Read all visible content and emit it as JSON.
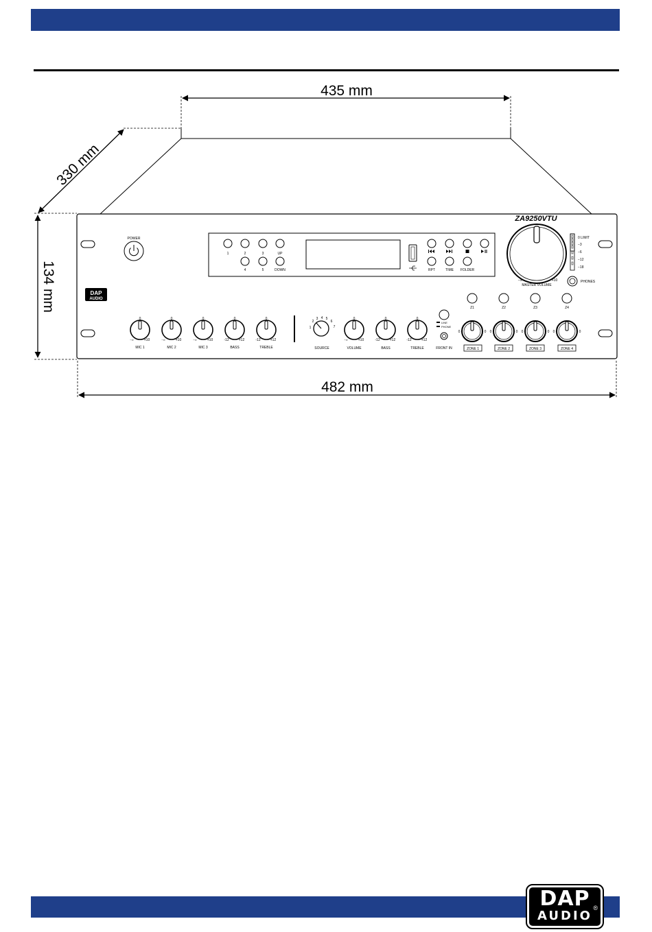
{
  "dimensions": {
    "width_label": "435 mm",
    "depth_label": "330 mm",
    "height_label": "134 mm",
    "rack_width_label": "482 mm"
  },
  "device": {
    "model": "ZA9250VTU",
    "panel_logo_top": "DAP",
    "panel_logo_bottom": "AUDIO",
    "power_label": "POWER",
    "preset_buttons": [
      "1",
      "2",
      "3",
      "UP",
      "4",
      "5",
      "DOWN"
    ],
    "transport_labels": [
      "RPT",
      "TIME",
      "FOLDER"
    ],
    "master_volume_label": "MASTER VOLUME",
    "master_min": "−∞",
    "master_max": "+10",
    "meter_labels": [
      "0 LIMIT",
      "−3",
      "−6",
      "−12",
      "−18"
    ],
    "phones_label": "PHONES",
    "zone_select_labels": [
      "Z1",
      "Z2",
      "Z3",
      "Z4"
    ],
    "zero": "0",
    "mic_knobs": [
      {
        "label": "MIC 1",
        "min": "−∞",
        "max": "+10"
      },
      {
        "label": "MIC 2",
        "min": "−∞",
        "max": "+10"
      },
      {
        "label": "MIC 3",
        "min": "−∞",
        "max": "+10"
      }
    ],
    "mic_tone_knobs": [
      {
        "label": "BASS",
        "min": "-12",
        "max": "+12"
      },
      {
        "label": "TREBLE",
        "min": "-12",
        "max": "+12"
      }
    ],
    "source_label": "SOURCE",
    "source_positions": [
      "1",
      "2",
      "3",
      "4",
      "5",
      "6",
      "7"
    ],
    "music_knobs": [
      {
        "label": "VOLUME",
        "min": "−∞",
        "max": "+10"
      },
      {
        "label": "BASS",
        "min": "-12",
        "max": "+12"
      },
      {
        "label": "TREBLE",
        "min": "-12",
        "max": "+12"
      }
    ],
    "front_in_label": "FRONT IN",
    "line_label": "LINE",
    "phone_label": "PHONE",
    "zone_knobs": [
      "ZONE 1",
      "ZONE 2",
      "ZONE 3",
      "ZONE 4"
    ]
  },
  "footer_logo": {
    "top": "DAP",
    "bottom": "AUDIO",
    "mark": "®"
  },
  "colors": {
    "band": "#1f3f8a",
    "ink": "#000000"
  }
}
